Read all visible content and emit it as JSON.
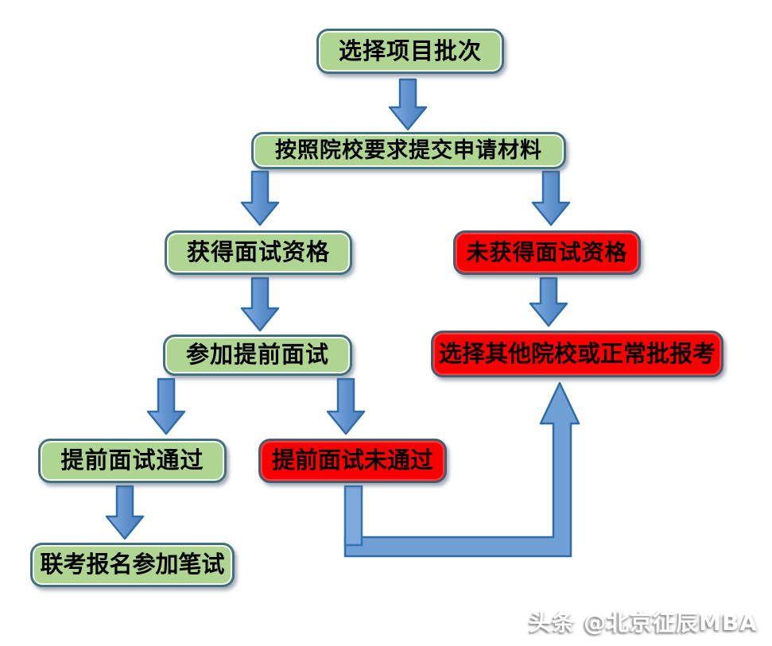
{
  "diagram": {
    "type": "flowchart",
    "nodes": {
      "select_batch": {
        "label": "选择项目批次",
        "style": "green"
      },
      "submit_materials": {
        "label": "按照院校要求提交申请材料",
        "style": "green"
      },
      "got_interview": {
        "label": "获得面试资格",
        "style": "green"
      },
      "no_interview": {
        "label": "未获得面试资格",
        "style": "red"
      },
      "attend_interview": {
        "label": "参加提前面试",
        "style": "green"
      },
      "other_school": {
        "label": "选择其他院校或正常批报考",
        "style": "red"
      },
      "interview_passed": {
        "label": "提前面试通过",
        "style": "green"
      },
      "interview_failed": {
        "label": "提前面试未通过",
        "style": "red"
      },
      "written_exam": {
        "label": "联考报名参加笔试",
        "style": "green"
      }
    },
    "edges": [
      {
        "from": "select_batch",
        "to": "submit_materials"
      },
      {
        "from": "submit_materials",
        "to": "got_interview"
      },
      {
        "from": "submit_materials",
        "to": "no_interview"
      },
      {
        "from": "got_interview",
        "to": "attend_interview"
      },
      {
        "from": "no_interview",
        "to": "other_school"
      },
      {
        "from": "attend_interview",
        "to": "interview_passed"
      },
      {
        "from": "attend_interview",
        "to": "interview_failed"
      },
      {
        "from": "interview_passed",
        "to": "written_exam"
      },
      {
        "from": "interview_failed",
        "to": "other_school"
      }
    ],
    "colors": {
      "green_fill": "#AFD592",
      "green_border": "#44707D",
      "red_fill": "#FA0000",
      "red_border": "#4A5A6E",
      "arrow_fill": "#6FA0D6",
      "arrow_border": "#2E6DA8",
      "background": "#FFFFFF"
    },
    "watermark": "头条 @北京征辰MBA"
  }
}
